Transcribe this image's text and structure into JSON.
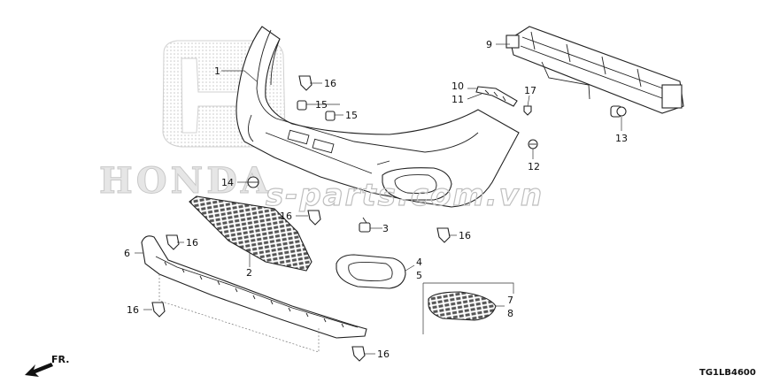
{
  "diagram": {
    "diagram_code": "TG1LB4600",
    "watermark_text": "s-parts.com.vn",
    "logo_text": "HONDA",
    "direction_label": "FR.",
    "callouts": [
      {
        "id": "1",
        "label": "1"
      },
      {
        "id": "2",
        "label": "2"
      },
      {
        "id": "3",
        "label": "3"
      },
      {
        "id": "4",
        "label": "4"
      },
      {
        "id": "5",
        "label": "5"
      },
      {
        "id": "6",
        "label": "6"
      },
      {
        "id": "7",
        "label": "7"
      },
      {
        "id": "8",
        "label": "8"
      },
      {
        "id": "9",
        "label": "9"
      },
      {
        "id": "10",
        "label": "10"
      },
      {
        "id": "11",
        "label": "11"
      },
      {
        "id": "12",
        "label": "12"
      },
      {
        "id": "13",
        "label": "13"
      },
      {
        "id": "14",
        "label": "14"
      },
      {
        "id": "15a",
        "label": "15"
      },
      {
        "id": "15b",
        "label": "15"
      },
      {
        "id": "16a",
        "label": "16"
      },
      {
        "id": "16b",
        "label": "16"
      },
      {
        "id": "16c",
        "label": "16"
      },
      {
        "id": "16d",
        "label": "16"
      },
      {
        "id": "16e",
        "label": "16"
      },
      {
        "id": "16f",
        "label": "16"
      },
      {
        "id": "17",
        "label": "17"
      }
    ]
  }
}
